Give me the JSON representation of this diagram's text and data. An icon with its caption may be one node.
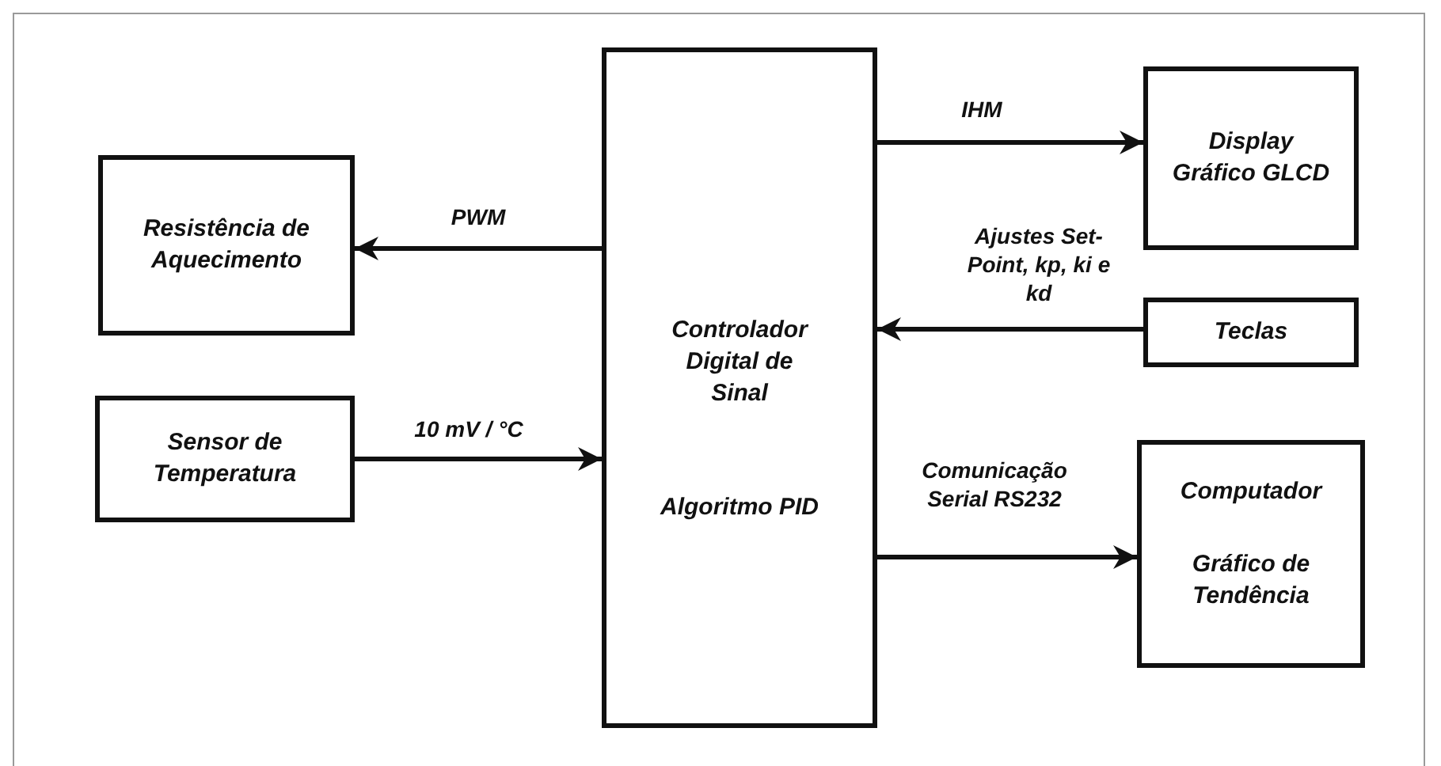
{
  "diagram": {
    "nodes": [
      {
        "text": [
          "Resistência de Aquecimento"
        ]
      },
      {
        "text": [
          "Controlador Digital de Sinal",
          "Algoritmo PID"
        ]
      },
      {
        "text": [
          "Display Gráfico GLCD"
        ]
      },
      {
        "text": [
          "Teclas"
        ]
      },
      {
        "text": [
          "Sensor de Temperatura"
        ]
      },
      {
        "text": [
          "Computador",
          "Gráfico de Tendência"
        ]
      }
    ],
    "edges": [
      {
        "from": 1,
        "to": 0,
        "arrow": "to",
        "label": "PWM"
      },
      {
        "from": 1,
        "to": 2,
        "arrow": "to",
        "label": "IHM"
      },
      {
        "from": 3,
        "to": 1,
        "arrow": "to",
        "label": "Ajustes Set-Point, kp, ki e kd"
      },
      {
        "from": 4,
        "to": 1,
        "arrow": "to",
        "label": "10 mV / °C"
      },
      {
        "from": 1,
        "to": 5,
        "arrow": "to",
        "label": "Comunicação Serial RS232"
      }
    ]
  }
}
